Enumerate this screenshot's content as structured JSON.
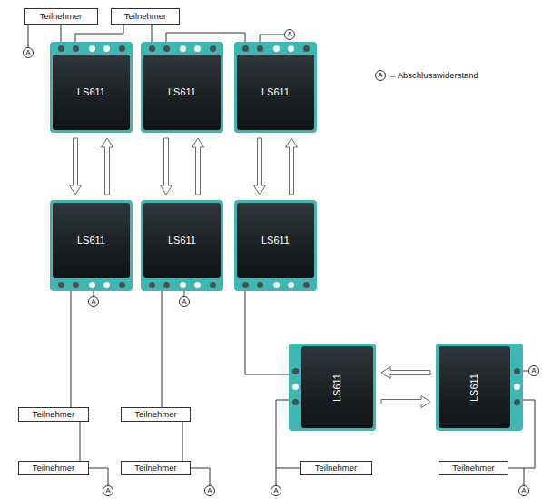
{
  "diagram": {
    "nodes": [
      {
        "text": [
          "Teilnehmer"
        ]
      },
      {
        "text": [
          "Teilnehmer"
        ]
      },
      {
        "text": [
          "LS611"
        ]
      },
      {
        "text": [
          "LS611"
        ]
      },
      {
        "text": [
          "LS611"
        ]
      },
      {
        "text": [
          "LS611"
        ]
      },
      {
        "text": [
          "LS611"
        ]
      },
      {
        "text": [
          "LS611"
        ]
      },
      {
        "text": [
          "LS611"
        ]
      },
      {
        "text": [
          "LS611"
        ]
      },
      {
        "text": [
          "Teilnehmer"
        ]
      },
      {
        "text": [
          "Teilnehmer"
        ]
      },
      {
        "text": [
          "Teilnehmer"
        ]
      },
      {
        "text": [
          "Teilnehmer"
        ]
      },
      {
        "text": [
          "Teilnehmer"
        ]
      },
      {
        "text": [
          "Teilnehmer"
        ]
      }
    ],
    "edges": [
      {
        "from": 0,
        "to": 2,
        "arrow": "none"
      },
      {
        "from": 1,
        "to": 2,
        "arrow": "none"
      },
      {
        "from": 1,
        "to": 3,
        "arrow": "none"
      },
      {
        "from": 3,
        "to": 4,
        "arrow": "none"
      },
      {
        "from": 2,
        "to": 5,
        "arrow": "to"
      },
      {
        "from": 5,
        "to": 2,
        "arrow": "to"
      },
      {
        "from": 3,
        "to": 6,
        "arrow": "to"
      },
      {
        "from": 6,
        "to": 3,
        "arrow": "to"
      },
      {
        "from": 4,
        "to": 7,
        "arrow": "to"
      },
      {
        "from": 7,
        "to": 4,
        "arrow": "to"
      },
      {
        "from": 5,
        "to": 10,
        "arrow": "none"
      },
      {
        "from": 10,
        "to": 12,
        "arrow": "none"
      },
      {
        "from": 6,
        "to": 11,
        "arrow": "none"
      },
      {
        "from": 11,
        "to": 13,
        "arrow": "none"
      },
      {
        "from": 7,
        "to": 8,
        "arrow": "none"
      },
      {
        "from": 8,
        "to": 14,
        "arrow": "none"
      },
      {
        "from": 9,
        "to": 8,
        "arrow": "to"
      },
      {
        "from": 8,
        "to": 9,
        "arrow": "to"
      },
      {
        "from": 9,
        "to": 15,
        "arrow": "none"
      }
    ],
    "labels": [
      "A",
      "A",
      "A",
      "A",
      "A",
      "A",
      "A",
      "A",
      "A",
      "A"
    ],
    "legend": [
      {
        "text": "= Abschlusswiderstand"
      }
    ]
  }
}
